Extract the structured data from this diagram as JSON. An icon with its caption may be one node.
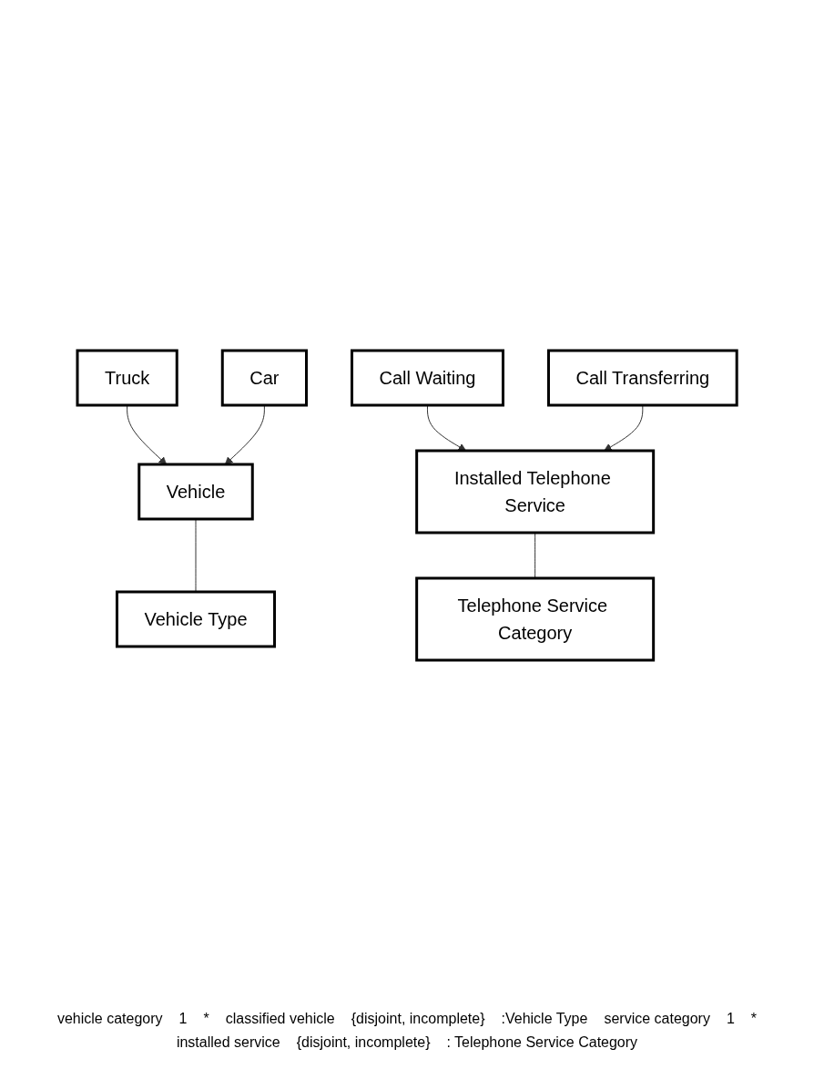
{
  "diagram": {
    "nodes": [
      {
        "text": [
          "Vehicle"
        ]
      },
      {
        "text": [
          "Vehicle Type"
        ]
      },
      {
        "text": [
          "Truck"
        ]
      },
      {
        "text": [
          "Car"
        ]
      },
      {
        "text": [
          "Installed Telephone Service"
        ]
      },
      {
        "text": [
          "Telephone Service Category"
        ]
      },
      {
        "text": [
          "Call Waiting"
        ]
      },
      {
        "text": [
          "Call Transferring"
        ]
      }
    ],
    "edges": [
      {
        "from": 0,
        "to": 1,
        "arrow": "none"
      },
      {
        "from": 2,
        "to": 0,
        "arrow": "to"
      },
      {
        "from": 3,
        "to": 0,
        "arrow": "to"
      },
      {
        "from": 4,
        "to": 5,
        "arrow": "none"
      },
      {
        "from": 6,
        "to": 4,
        "arrow": "to"
      },
      {
        "from": 7,
        "to": 4,
        "arrow": "to"
      }
    ],
    "labels": [
      "vehicle category",
      "1",
      "*",
      "classified vehicle",
      "{disjoint, incomplete}",
      ":Vehicle Type",
      "service category",
      "1",
      "*",
      "installed service",
      "{disjoint, incomplete}",
      ": Telephone Service Category"
    ]
  }
}
